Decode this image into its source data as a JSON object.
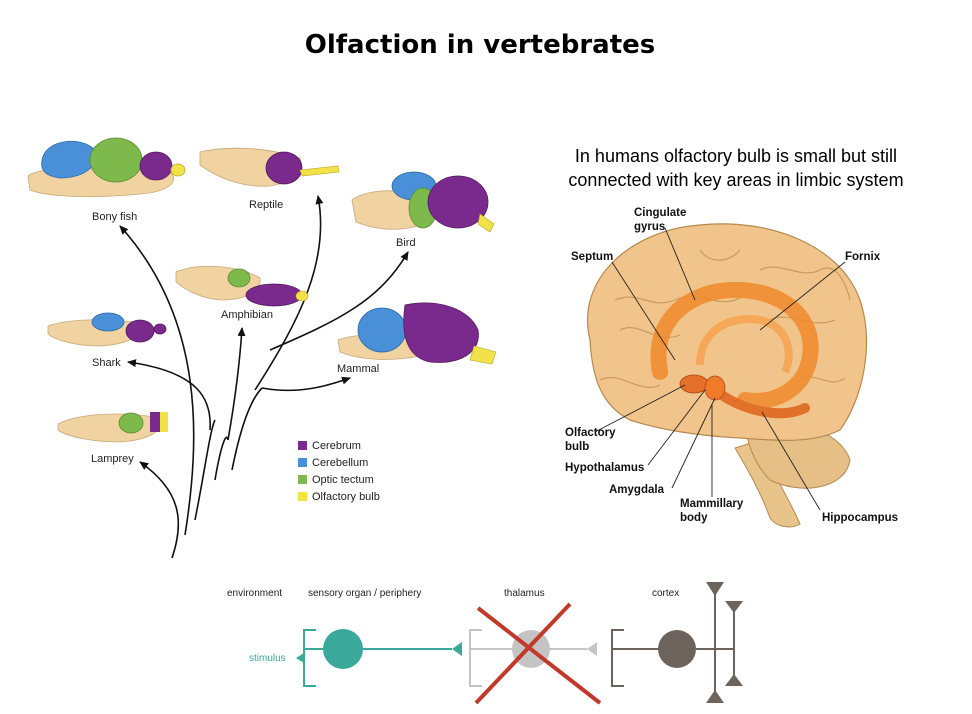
{
  "title": "Olfaction in vertebrates",
  "caption": {
    "line1": "In humans olfactory bulb is small but still",
    "line2": "connected with key areas in limbic system"
  },
  "tree": {
    "species": [
      "Bony fish",
      "Reptile",
      "Bird",
      "Amphibian",
      "Shark",
      "Mammal",
      "Lamprey"
    ],
    "legend": [
      {
        "label": "Cerebrum",
        "color": "#7a2a8c"
      },
      {
        "label": "Cerebellum",
        "color": "#4a90d9"
      },
      {
        "label": "Optic tectum",
        "color": "#7dba4b"
      },
      {
        "label": "Olfactory bulb",
        "color": "#f2e24a"
      }
    ]
  },
  "brain_labels": {
    "cingulate_1": "Cingulate",
    "cingulate_2": "gyrus",
    "septum": "Septum",
    "fornix": "Fornix",
    "olfactory_1": "Olfactory",
    "olfactory_2": "bulb",
    "hypothalamus": "Hypothalamus",
    "amygdala": "Amygdala",
    "mammillary_1": "Mammillary",
    "mammillary_2": "body",
    "hippocampus": "Hippocampus"
  },
  "pathway": {
    "environment": "environment",
    "sensory": "sensory organ / periphery",
    "thalamus": "thalamus",
    "cortex": "cortex",
    "stimulus": "stimulus"
  },
  "colors": {
    "brain_skin": "#f0d3a0",
    "limbic_orange": "#f08a2a",
    "teal": "#3aa89a",
    "grey": "#b5b5b5",
    "dark_grey": "#6b635c",
    "cross_red": "#c0392b"
  }
}
